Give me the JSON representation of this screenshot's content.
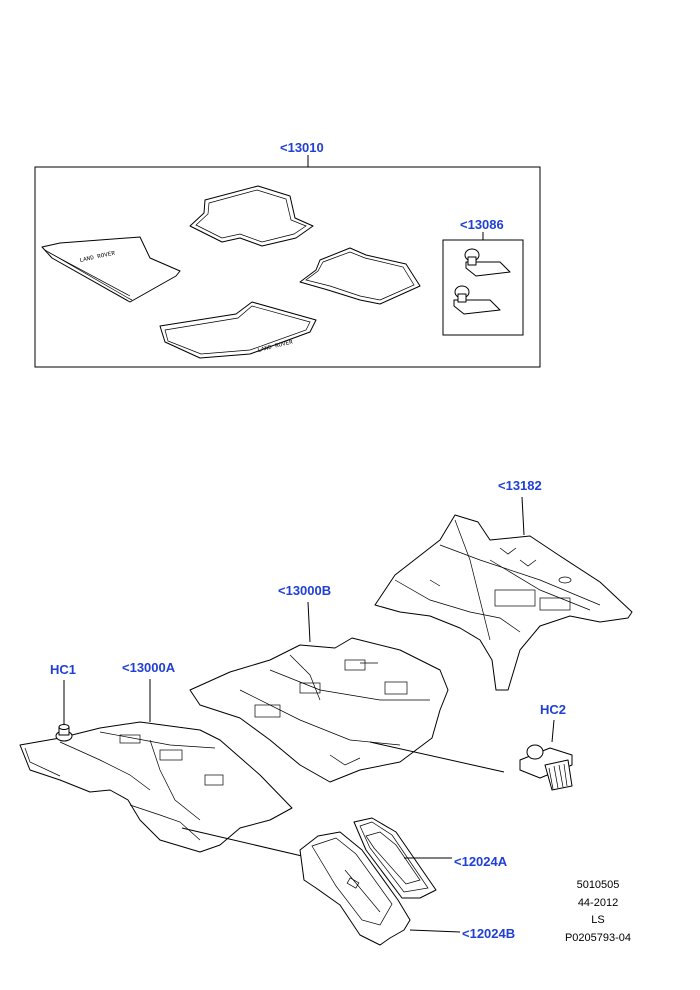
{
  "callout_color": "#1f3fd6",
  "callouts": {
    "c13010": "<13010",
    "c13086": "<13086",
    "c13182": "<13182",
    "c13000B": "<13000B",
    "hc1": "HC1",
    "c13000A": "<13000A",
    "hc2": "HC2",
    "c12024A": "<12024A",
    "c12024B": "<12024B"
  },
  "meta": {
    "line1": "5010505",
    "line2": "44-2012",
    "line3": "LS",
    "line4": "P0205793-04"
  },
  "mat_branding": {
    "front_left": "LAND ROVER",
    "rear_left": "LAND ROVER"
  }
}
